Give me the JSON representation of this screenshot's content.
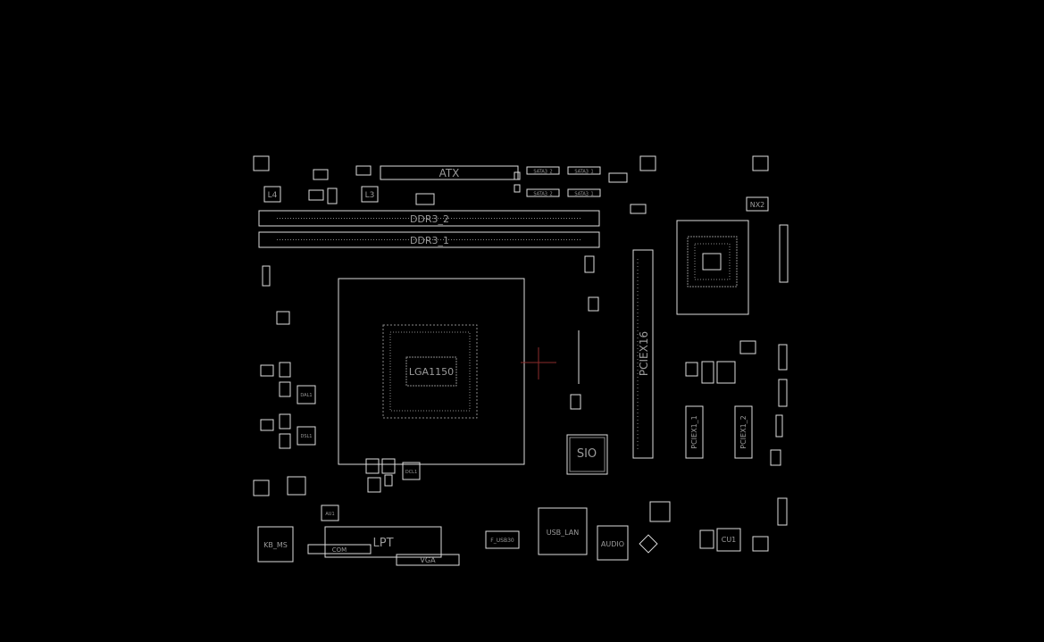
{
  "labels": {
    "atx": "ATX",
    "ddr3_2": "DDR3_2",
    "ddr3_1": "DDR3_1",
    "l4": "L4",
    "l3": "L3",
    "sata2_left": "SATA3_2",
    "sata1_left": "SATA3_1",
    "sata_bot_left": "SATA3_2",
    "sata_bot_right": "SATA3_1",
    "nx2": "NX2",
    "pciex16": "PCIEX16",
    "pciex1_1": "PCIEX1_1",
    "pciex1_2": "PCIEX1_2",
    "sio": "SIO",
    "lga": "LGA1150",
    "lpt": "LPT",
    "com": "COM",
    "vga": "VGA",
    "kb_ms": "KB_MS",
    "usb_lan": "USB_LAN",
    "audio": "AUDIO",
    "cu1": "CU1",
    "dal1": "DAL1",
    "dsl1": "DSL1",
    "dcl1": "DCL1",
    "au1": "AU1",
    "f_usb30": "F_USB30"
  },
  "colors": {
    "background": "#000000",
    "outline": "#dcdcdc",
    "label": "#9a9a9a",
    "cursor": "#8b2b2b"
  }
}
